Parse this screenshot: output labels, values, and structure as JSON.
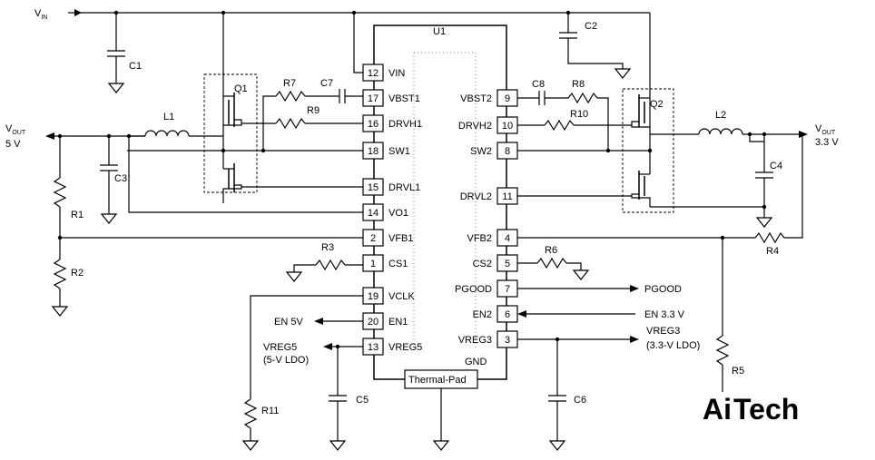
{
  "nets": {
    "vin": "V",
    "vin_sub": "IN",
    "vout1": "V",
    "vout1_sub": "OUT",
    "vout1_value": "5 V",
    "vout2": "V",
    "vout2_sub": "OUT",
    "vout2_value": "3.3 V"
  },
  "ic": {
    "name": "U1",
    "thermal_pad": "Thermal-Pad",
    "gnd": "GND",
    "left_pins": [
      {
        "num": "12",
        "name": "VIN"
      },
      {
        "num": "17",
        "name": "VBST1"
      },
      {
        "num": "16",
        "name": "DRVH1"
      },
      {
        "num": "18",
        "name": "SW1"
      },
      {
        "num": "15",
        "name": "DRVL1"
      },
      {
        "num": "14",
        "name": "VO1"
      },
      {
        "num": "2",
        "name": "VFB1"
      },
      {
        "num": "1",
        "name": "CS1"
      },
      {
        "num": "19",
        "name": "VCLK"
      },
      {
        "num": "20",
        "name": "EN1"
      },
      {
        "num": "13",
        "name": "VREG5"
      }
    ],
    "right_pins": [
      {
        "num": "9",
        "name": "VBST2"
      },
      {
        "num": "10",
        "name": "DRVH2"
      },
      {
        "num": "8",
        "name": "SW2"
      },
      {
        "num": "11",
        "name": "DRVL2"
      },
      {
        "num": "4",
        "name": "VFB2"
      },
      {
        "num": "5",
        "name": "CS2"
      },
      {
        "num": "7",
        "name": "PGOOD"
      },
      {
        "num": "6",
        "name": "EN2"
      },
      {
        "num": "3",
        "name": "VREG3"
      }
    ]
  },
  "components": {
    "c1": "C1",
    "c2": "C2",
    "c3": "C3",
    "c4": "C4",
    "c5": "C5",
    "c6": "C6",
    "c7": "C7",
    "c8": "C8",
    "r1": "R1",
    "r2": "R2",
    "r3": "R3",
    "r4": "R4",
    "r5": "R5",
    "r6": "R6",
    "r7": "R7",
    "r8": "R8",
    "r9": "R9",
    "r10": "R10",
    "r11": "R11",
    "l1": "L1",
    "l2": "L2",
    "q1": "Q1",
    "q2": "Q2"
  },
  "signals": {
    "pgood": "PGOOD",
    "en_3v3": "EN 3.3 V",
    "en_5v": "EN 5V",
    "vreg3_line1": "VREG3",
    "vreg3_line2": "(3.3-V LDO)",
    "vreg5_line1": "VREG5",
    "vreg5_line2": "(5-V LDO)"
  },
  "logo": {
    "text_a": "Ai",
    "text_b": "Tech",
    "color_a": "#3fae49",
    "color_b": "#333333"
  }
}
